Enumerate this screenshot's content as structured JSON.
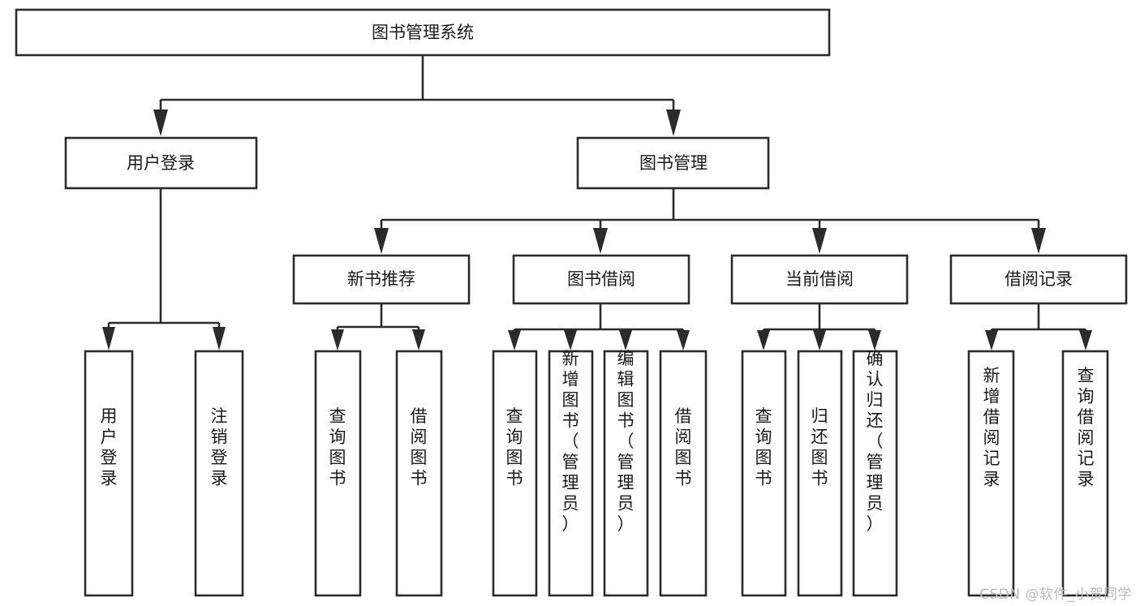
{
  "diagram": {
    "title": "图书管理系统",
    "type": "tree",
    "orientation": "top-down",
    "colors": {
      "box_stroke": "#2b2b2b",
      "box_fill": "#ffffff",
      "connector": "#2b2b2b",
      "text": "#1a1a1a",
      "background": "#ffffff",
      "watermark": "#b9b9b9"
    },
    "nodes": {
      "root": {
        "label": "图书管理系统",
        "level": 0,
        "orientation": "horizontal"
      },
      "level2": [
        {
          "id": "user-login",
          "label": "用户登录",
          "orientation": "horizontal"
        },
        {
          "id": "book-management",
          "label": "图书管理",
          "orientation": "horizontal"
        }
      ],
      "level3": [
        {
          "id": "new-book-recommend",
          "label": "新书推荐",
          "orientation": "horizontal",
          "parent": "book-management"
        },
        {
          "id": "book-borrow",
          "label": "图书借阅",
          "orientation": "horizontal",
          "parent": "book-management"
        },
        {
          "id": "current-borrow",
          "label": "当前借阅",
          "orientation": "horizontal",
          "parent": "book-management"
        },
        {
          "id": "borrow-record",
          "label": "借阅记录",
          "orientation": "horizontal",
          "parent": "book-management"
        }
      ],
      "leaves": [
        {
          "id": "leaf-user-login",
          "label": "用户登录",
          "orientation": "vertical",
          "parent": "user-login"
        },
        {
          "id": "leaf-logout-login",
          "label": "注销登录",
          "orientation": "vertical",
          "parent": "user-login"
        },
        {
          "id": "leaf-query-book-1",
          "label": "查询图书",
          "orientation": "vertical",
          "parent": "new-book-recommend"
        },
        {
          "id": "leaf-borrow-book-1",
          "label": "借阅图书",
          "orientation": "vertical",
          "parent": "new-book-recommend"
        },
        {
          "id": "leaf-query-book-2",
          "label": "查询图书",
          "orientation": "vertical",
          "parent": "book-borrow"
        },
        {
          "id": "leaf-add-book",
          "label": "新增图书（管理员）",
          "orientation": "vertical",
          "parent": "book-borrow"
        },
        {
          "id": "leaf-edit-book",
          "label": "编辑图书（管理员）",
          "orientation": "vertical",
          "parent": "book-borrow"
        },
        {
          "id": "leaf-borrow-book-2",
          "label": "借阅图书",
          "orientation": "vertical",
          "parent": "book-borrow"
        },
        {
          "id": "leaf-query-book-3",
          "label": "查询图书",
          "orientation": "vertical",
          "parent": "current-borrow"
        },
        {
          "id": "leaf-return-book",
          "label": "归还图书",
          "orientation": "vertical",
          "parent": "current-borrow"
        },
        {
          "id": "leaf-confirm-return",
          "label": "确认归还（管理员）",
          "orientation": "vertical",
          "parent": "current-borrow"
        },
        {
          "id": "leaf-add-record",
          "label": "新增借阅记录",
          "orientation": "vertical",
          "parent": "borrow-record"
        },
        {
          "id": "leaf-query-record",
          "label": "查询借阅记录",
          "orientation": "vertical",
          "parent": "borrow-record"
        }
      ]
    }
  },
  "watermark": {
    "text": "CSDN @软件_小贺同学"
  }
}
